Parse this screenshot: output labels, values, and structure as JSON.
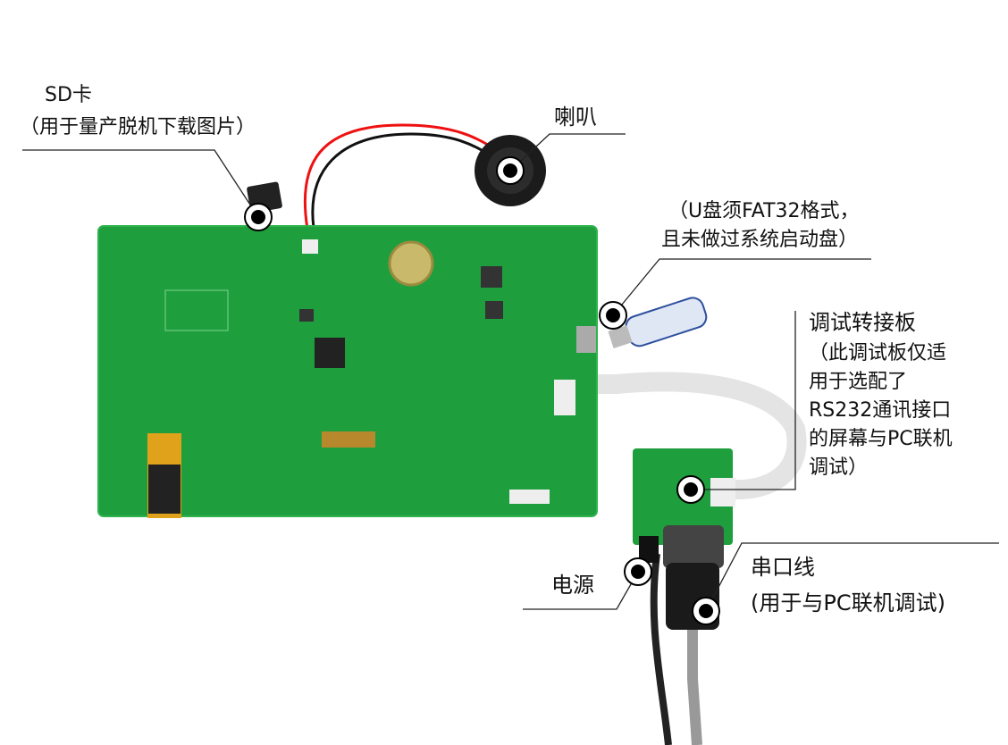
{
  "callouts": {
    "sd_card": {
      "title": "SD卡",
      "note": "（用于量产脱机下载图片）"
    },
    "speaker": {
      "title": "喇叭"
    },
    "usb": {
      "line1": "（U盘须FAT32格式，",
      "line2": "且未做过系统启动盘）"
    },
    "adapter": {
      "title": "调试转接板",
      "lines": [
        "（此调试板仅适",
        "用于选配了",
        "RS232通讯接口",
        "的屏幕与PC联机",
        "调试）"
      ]
    },
    "power": {
      "title": "电源"
    },
    "serial": {
      "title": "串口线",
      "note": "(用于与PC联机调试)"
    }
  },
  "colors": {
    "board": "#1f9e3e",
    "board_edge": "#2fb34d",
    "marker": "#000000"
  }
}
